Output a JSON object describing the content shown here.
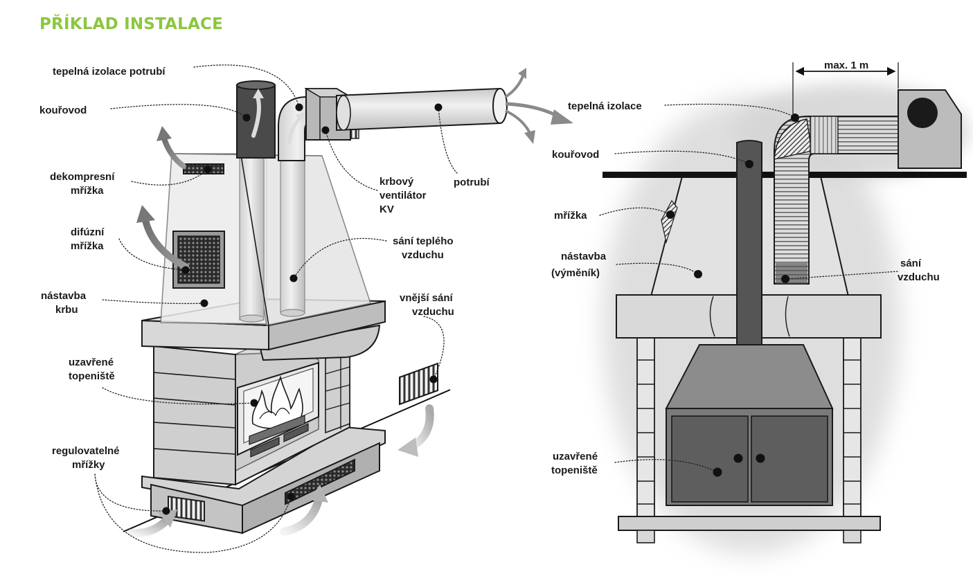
{
  "title": "PŘÍKLAD INSTALACE",
  "left_figure": {
    "labels": {
      "pipe_insulation": "tepelná izolace potrubí",
      "flue": "kouřovod",
      "decompression_grille": [
        "dekompresní",
        "mřížka"
      ],
      "diffuser_grille": [
        "difúzní",
        "mřížka"
      ],
      "fireplace_hood": [
        "nástavba",
        "krbu"
      ],
      "closed_firebox": [
        "uzavřené",
        "topeniště"
      ],
      "adjustable_grilles": [
        "regulovatelné",
        "mřížky"
      ],
      "fan": [
        "krbový",
        "ventilátor",
        "KV"
      ],
      "piping": "potrubí",
      "warm_air_intake": [
        "sání teplého",
        "vzduchu"
      ],
      "outside_air_intake": [
        "vnější sání",
        "vzduchu"
      ]
    }
  },
  "right_figure": {
    "labels": {
      "max_length": "max. 1 m",
      "insulation": "tepelná izolace",
      "flue": "kouřovod",
      "grille": "mřížka",
      "hood": [
        "nástavba",
        "(výměník)"
      ],
      "air_intake": [
        "sání",
        "vzduchu"
      ],
      "closed_firebox": [
        "uzavřené",
        "topeniště"
      ]
    }
  },
  "colors": {
    "title": "#8cc63f",
    "outline": "#1a1a1a",
    "arrow": "#8a8a8a"
  }
}
